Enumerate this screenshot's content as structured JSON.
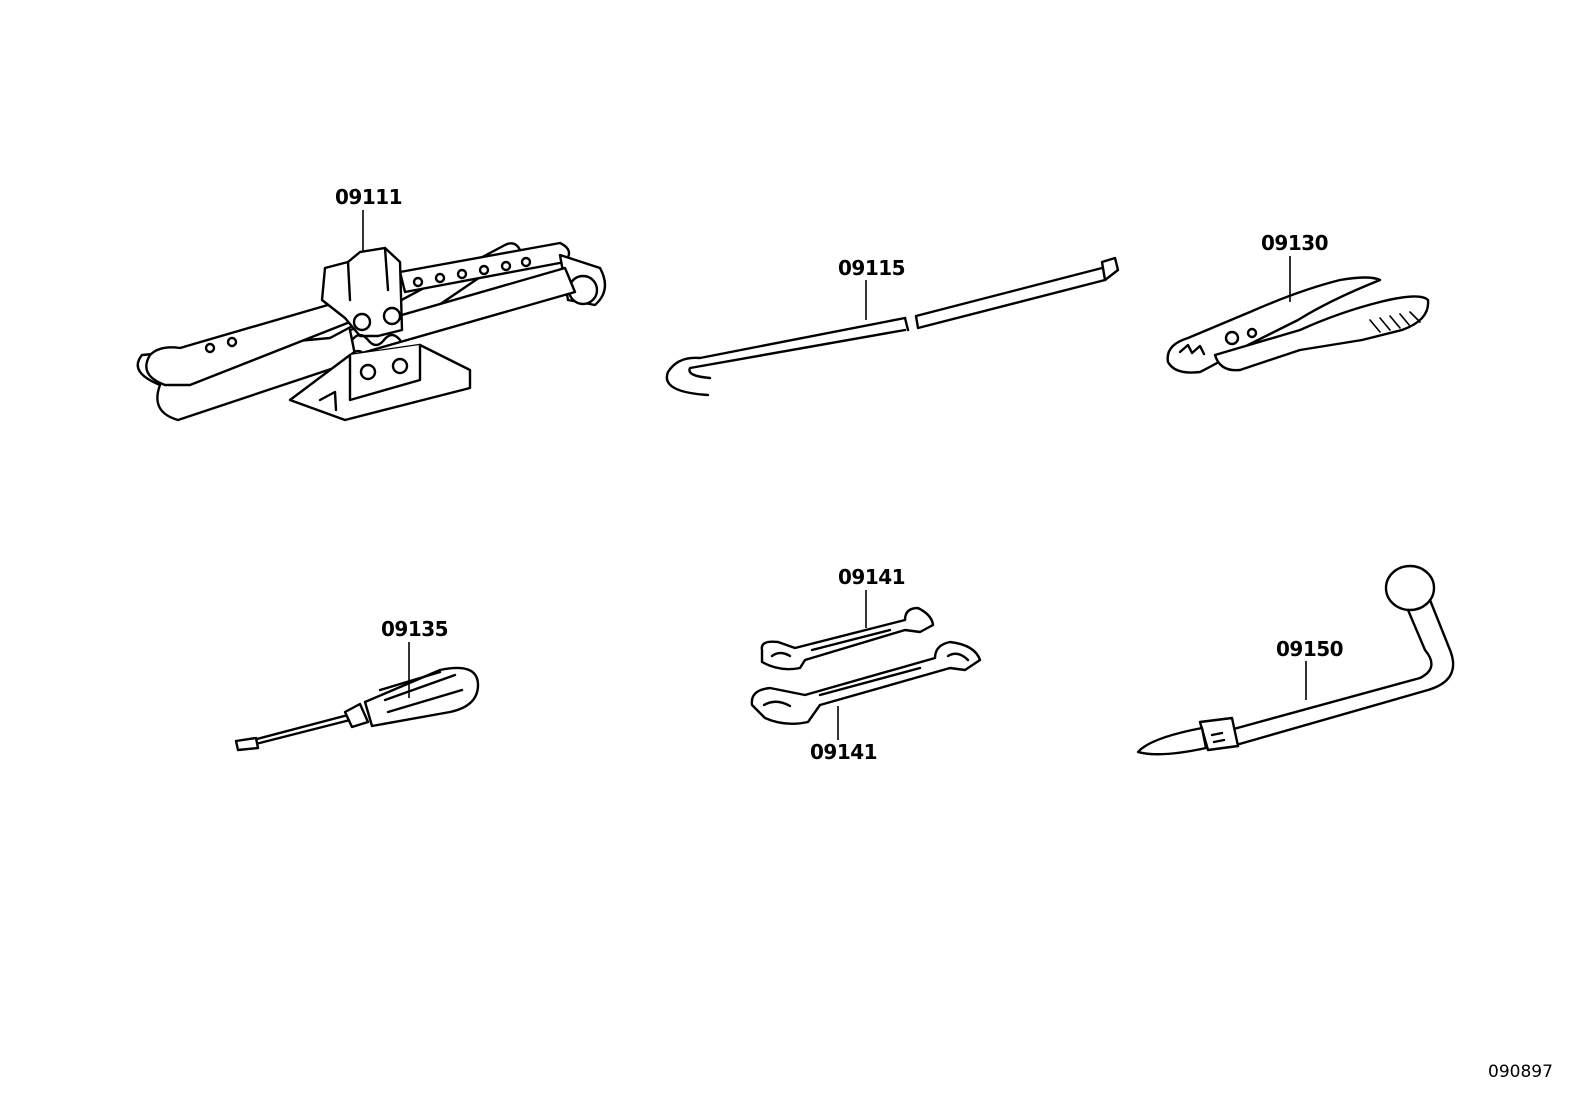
{
  "diagram": {
    "parts": [
      {
        "id": "jack",
        "label": "09111",
        "icon": "scissor-jack-icon"
      },
      {
        "id": "jack-handle",
        "label": "09115",
        "icon": "jack-handle-icon"
      },
      {
        "id": "pliers",
        "label": "09130",
        "icon": "pliers-icon"
      },
      {
        "id": "screwdriver",
        "label": "09135",
        "icon": "screwdriver-icon"
      },
      {
        "id": "wrench-upper",
        "label": "09141",
        "icon": "open-end-wrench-icon"
      },
      {
        "id": "wrench-lower",
        "label": "09141",
        "icon": "open-end-wrench-icon"
      },
      {
        "id": "lug-wrench",
        "label": "09150",
        "icon": "lug-wrench-icon"
      }
    ],
    "diagram_id": "090897"
  }
}
